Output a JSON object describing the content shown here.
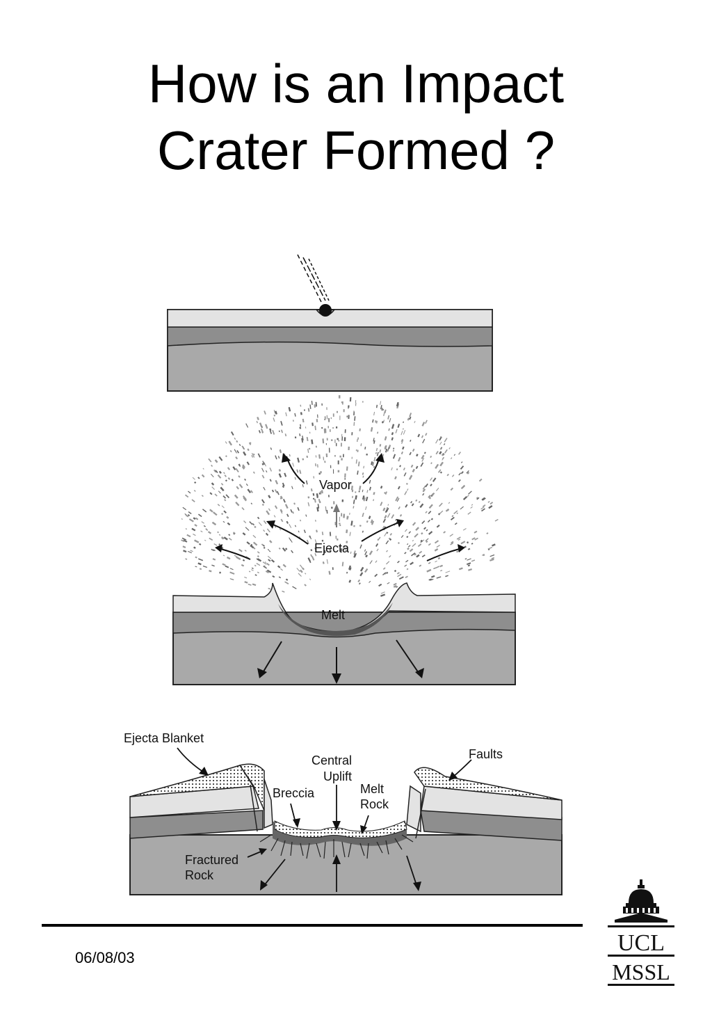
{
  "title": {
    "line1": "How is an Impact",
    "line2": "Crater Formed ?"
  },
  "diagram": {
    "stage2_labels": {
      "vapor": "Vapor",
      "ejecta": "Ejecta",
      "melt": "Melt"
    },
    "stage3_labels": {
      "ejecta_blanket": "Ejecta Blanket",
      "central_uplift_1": "Central",
      "central_uplift_2": "Uplift",
      "faults": "Faults",
      "breccia": "Breccia",
      "melt_rock_1": "Melt",
      "melt_rock_2": "Rock",
      "fractured_rock_1": "Fractured",
      "fractured_rock_2": "Rock"
    },
    "colors": {
      "top_layer": "#e3e3e3",
      "mid_layer": "#8e8e8e",
      "bottom_layer": "#a9a9a9",
      "melt": "#555555"
    }
  },
  "footer": {
    "date": "06/08/03",
    "logo_line1": "UCL",
    "logo_line2": "MSSL"
  }
}
